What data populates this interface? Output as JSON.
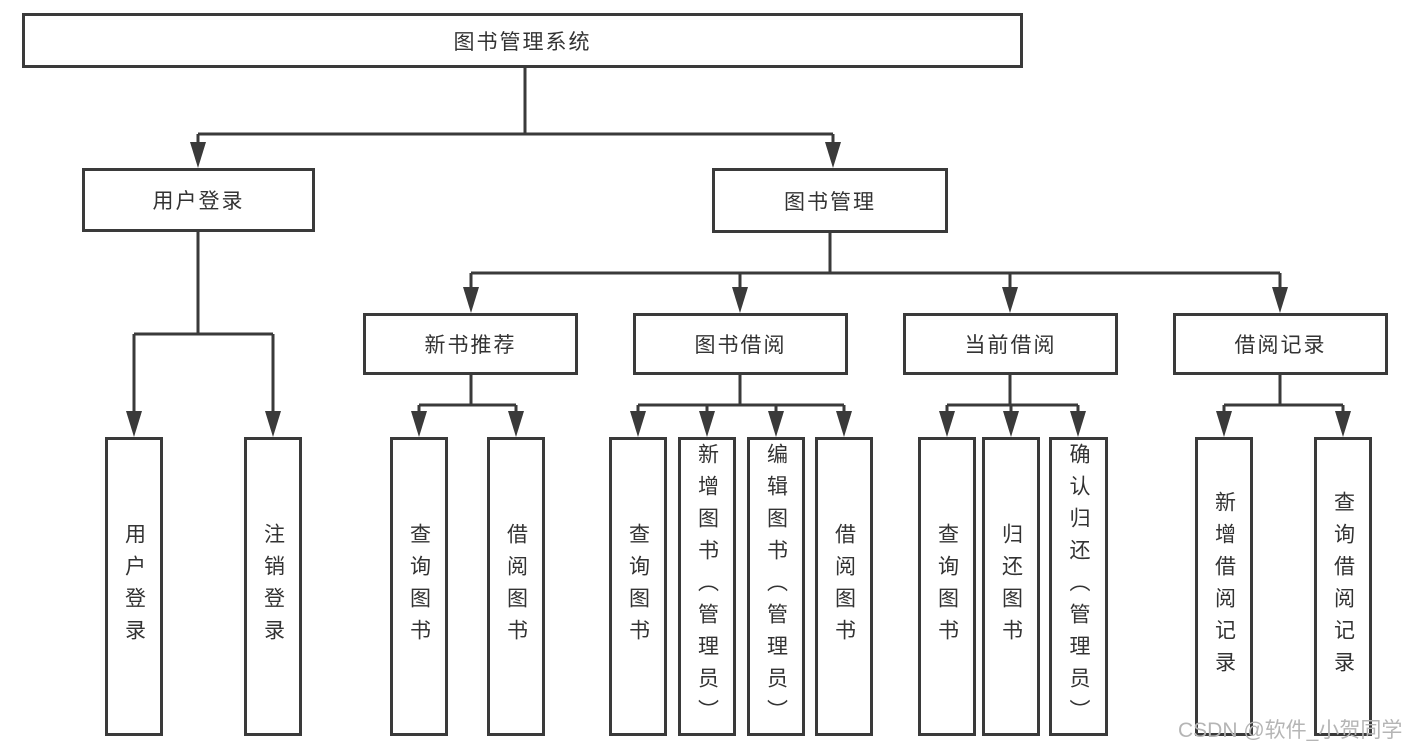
{
  "diagram": {
    "root": {
      "label": "图书管理系统"
    },
    "level2": [
      {
        "label": "用户登录"
      },
      {
        "label": "图书管理"
      }
    ],
    "level3": [
      {
        "label": "新书推荐"
      },
      {
        "label": "图书借阅"
      },
      {
        "label": "当前借阅"
      },
      {
        "label": "借阅记录"
      }
    ],
    "leaves": {
      "user": [
        "用户登录",
        "注销登录"
      ],
      "newbooks": [
        "查询图书",
        "借阅图书"
      ],
      "borrow": [
        "查询图书",
        "新增图书（管理员）",
        "编辑图书（管理员）",
        "借阅图书"
      ],
      "current": [
        "查询图书",
        "归还图书",
        "确认归还（管理员）"
      ],
      "records": [
        "新增借阅记录",
        "查询借阅记录"
      ]
    }
  },
  "watermark": {
    "text": "CSDN @软件_小贺同学"
  },
  "colors": {
    "line": "#3a3a3a",
    "text": "#333333",
    "background": "#ffffff",
    "watermark": "#b5b5b5"
  }
}
